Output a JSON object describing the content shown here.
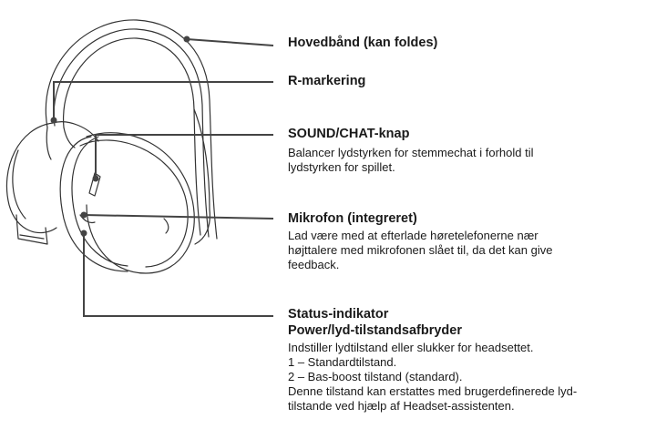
{
  "labels": {
    "headband": {
      "title": "Hovedbånd (kan foldes)"
    },
    "r_mark": {
      "title": "R-markering"
    },
    "sound_chat": {
      "title": "SOUND/CHAT-knap",
      "description_line1": "Balancer lydstyrken for stemmechat i forhold til",
      "description_line2": "lydstyrken for spillet."
    },
    "microphone": {
      "title": "Mikrofon (integreret)",
      "description_line1": "Lad være med at efterlade høretelefonerne nær",
      "description_line2": "højttalere med mikrofonen slået til, da det kan give",
      "description_line3": "feedback."
    },
    "status": {
      "title_line1": "Status-indikator",
      "title_line2": "Power/lyd-tilstandsafbryder",
      "description": "Indstiller lydtilstand eller slukker for headsettet.",
      "mode1": "1 –  Standardtilstand.",
      "mode2": "2 – Bas-boost tilstand (standard).",
      "note_line1": "Denne tilstand kan erstattes med brugerdefinerede lyd-",
      "note_line2": "tilstande ved hjælp af Headset-assistenten."
    }
  }
}
